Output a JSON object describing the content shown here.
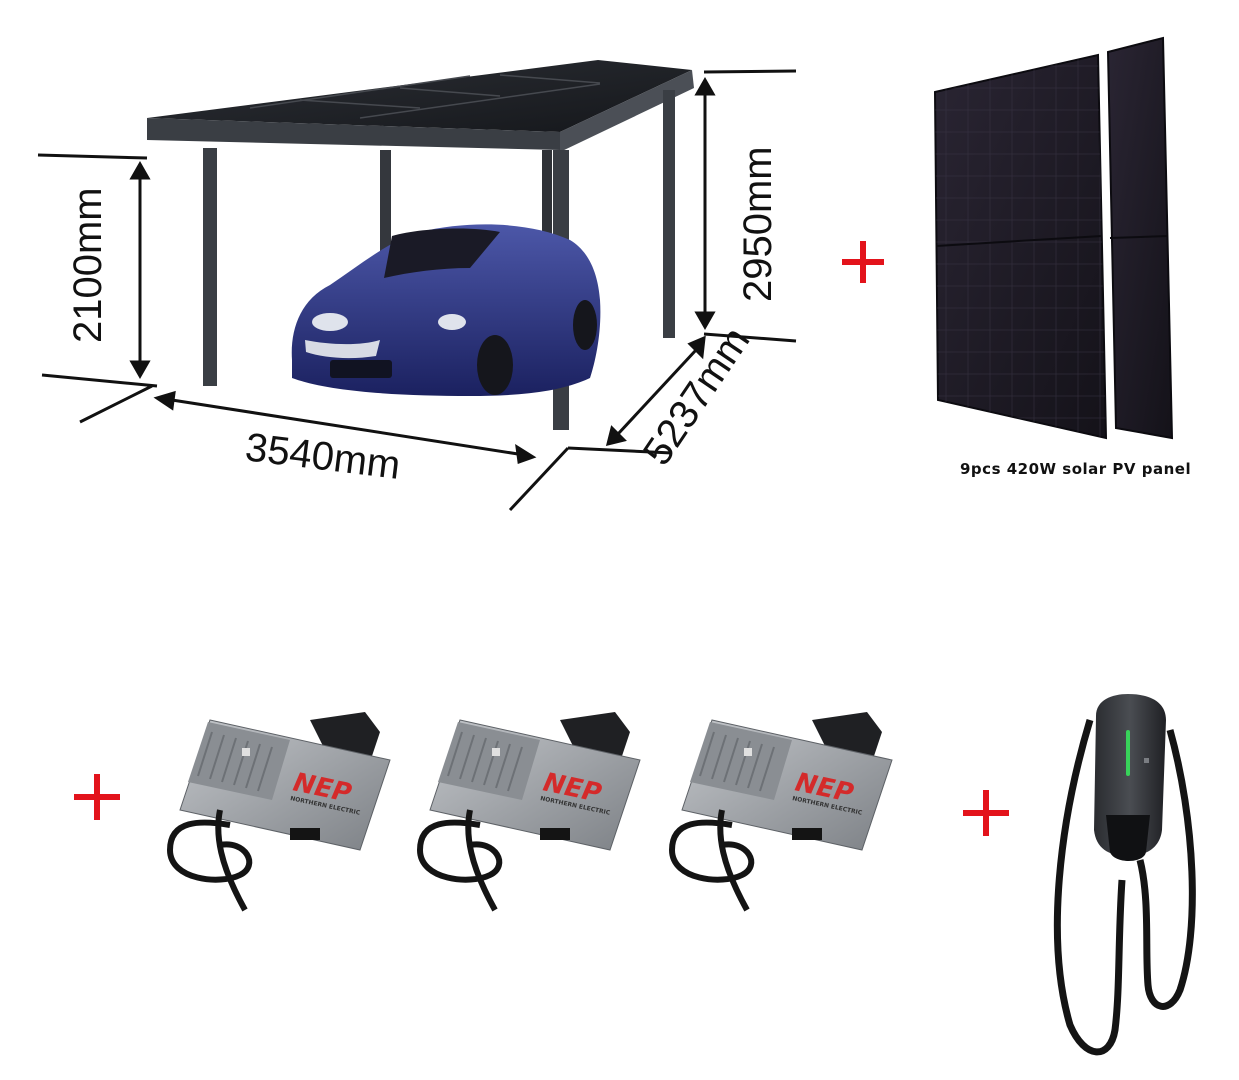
{
  "dimensions": {
    "height_front": "2100mm",
    "height_back": "2950mm",
    "width": "3540mm",
    "depth": "5237mm"
  },
  "panel_caption": "9pcs 420W solar PV panel",
  "inverter_brand": "NEP",
  "inverter_brand_sub": "NORTHERN ELECTRIC",
  "plus_sign": "+",
  "colors": {
    "plus": "#e3131b",
    "frame": "#3a3e44",
    "panel": "#1d1a26",
    "car": "#2b3479",
    "inverter": "#9a9ea3",
    "brand": "#d42a2a",
    "charger_led": "#38d35a"
  }
}
